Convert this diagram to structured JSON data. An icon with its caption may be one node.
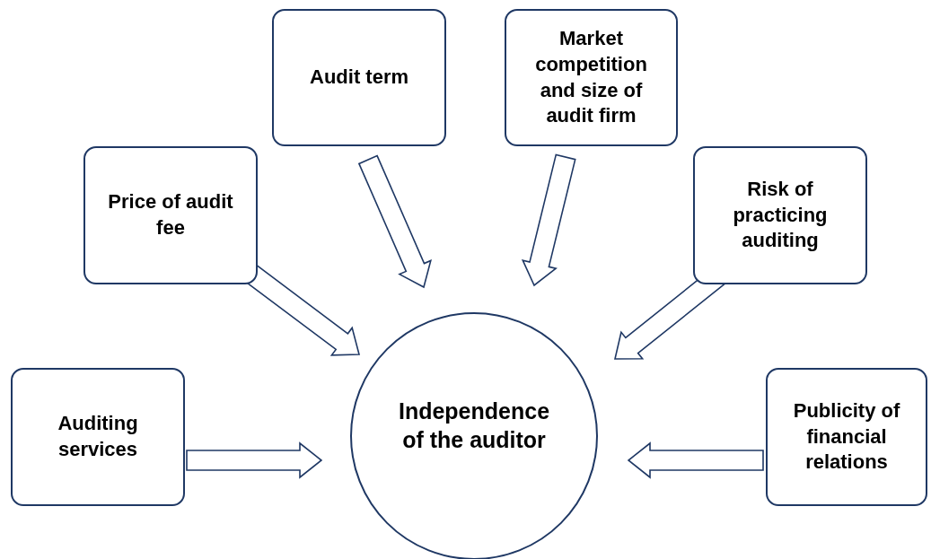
{
  "diagram": {
    "nodes": [
      {
        "text": [
          "Audit term"
        ]
      },
      {
        "text": [
          "Market competition and size of audit firm"
        ]
      },
      {
        "text": [
          "Price of audit fee"
        ]
      },
      {
        "text": [
          "Risk of practicing auditing"
        ]
      },
      {
        "text": [
          "Auditing services"
        ]
      },
      {
        "text": [
          "Publicity of financial relations"
        ]
      },
      {
        "text": [
          "Independence of the auditor"
        ]
      }
    ],
    "edges": [
      {
        "from": 0,
        "to": 6,
        "arrow": "to"
      },
      {
        "from": 1,
        "to": 6,
        "arrow": "to"
      },
      {
        "from": 2,
        "to": 6,
        "arrow": "to"
      },
      {
        "from": 3,
        "to": 6,
        "arrow": "to"
      },
      {
        "from": 4,
        "to": 6,
        "arrow": "to"
      },
      {
        "from": 5,
        "to": 6,
        "arrow": "to"
      }
    ]
  }
}
